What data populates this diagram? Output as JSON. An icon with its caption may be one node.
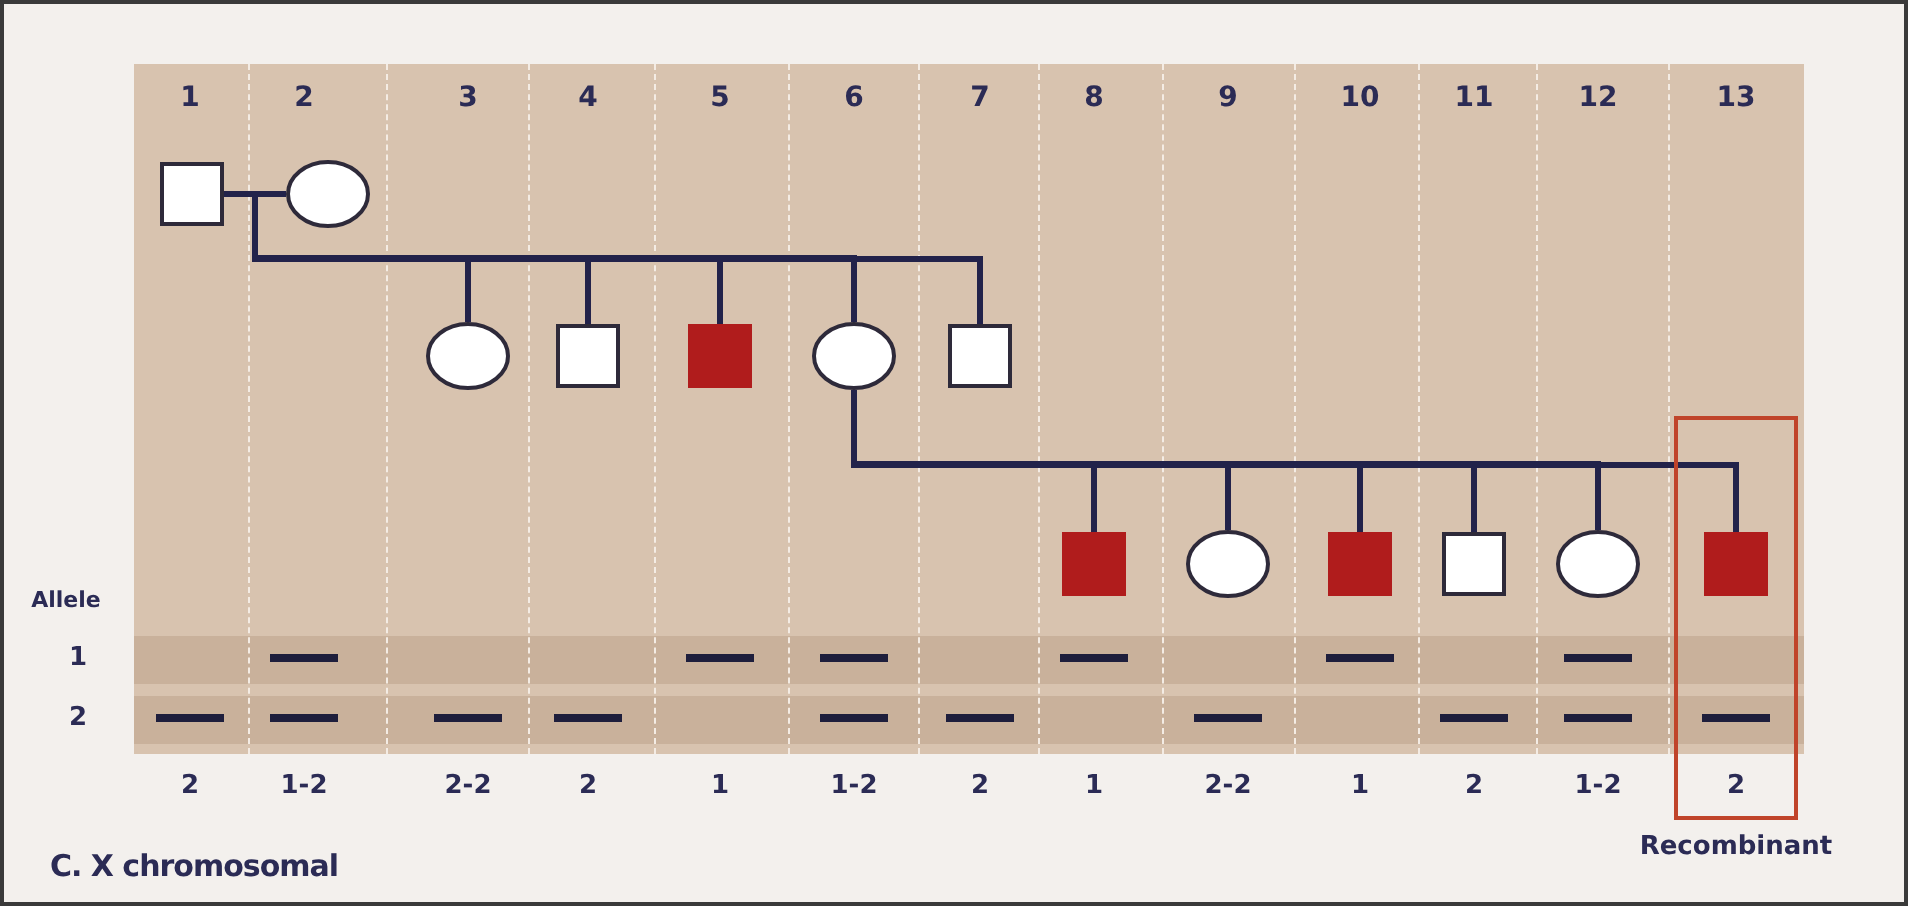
{
  "diagram": {
    "nodes": [
      {
        "text": [
          "Recombinant"
        ]
      },
      {
        "text": [],
        "shape": "box"
      },
      {
        "text": [],
        "shape": "circle"
      },
      {
        "text": [],
        "shape": "circle"
      },
      {
        "text": [],
        "shape": "box"
      },
      {
        "text": [],
        "shape": "box"
      },
      {
        "text": [],
        "shape": "circle"
      },
      {
        "text": [],
        "shape": "box"
      },
      {
        "text": [],
        "shape": "box"
      },
      {
        "text": [],
        "shape": "circle"
      },
      {
        "text": [],
        "shape": "box"
      },
      {
        "text": [],
        "shape": "box"
      },
      {
        "text": [],
        "shape": "circle"
      },
      {
        "text": [],
        "shape": "box",
        "in": 0
      }
    ],
    "edges": [
      {
        "from": 1,
        "to": 2,
        "arrow": "none"
      },
      {
        "from": 1,
        "to": 3,
        "arrow": "none"
      },
      {
        "from": 2,
        "to": 3,
        "arrow": "none"
      },
      {
        "from": 1,
        "to": 4,
        "arrow": "none"
      },
      {
        "from": 2,
        "to": 4,
        "arrow": "none"
      },
      {
        "from": 1,
        "to": 5,
        "arrow": "none"
      },
      {
        "from": 2,
        "to": 5,
        "arrow": "none"
      },
      {
        "from": 1,
        "to": 6,
        "arrow": "none"
      },
      {
        "from": 2,
        "to": 6,
        "arrow": "none"
      },
      {
        "from": 1,
        "to": 7,
        "arrow": "none"
      },
      {
        "from": 2,
        "to": 7,
        "arrow": "none"
      },
      {
        "from": 6,
        "to": 8,
        "arrow": "none"
      },
      {
        "from": 6,
        "to": 9,
        "arrow": "none"
      },
      {
        "from": 6,
        "to": 10,
        "arrow": "none"
      },
      {
        "from": 6,
        "to": 11,
        "arrow": "none"
      },
      {
        "from": 6,
        "to": 12,
        "arrow": "none"
      },
      {
        "from": 6,
        "to": 13,
        "arrow": "none"
      }
    ],
    "labels": [
      "1",
      "2",
      "3",
      "4",
      "5",
      "6",
      "7",
      "8",
      "9",
      "10",
      "11",
      "12",
      "13",
      "Allele",
      "1",
      "2",
      "2",
      "1-2",
      "2-2",
      "2",
      "1",
      "1-2",
      "2",
      "1",
      "2-2",
      "1",
      "2",
      "1-2",
      "2",
      "C. X chromosomal"
    ]
  }
}
